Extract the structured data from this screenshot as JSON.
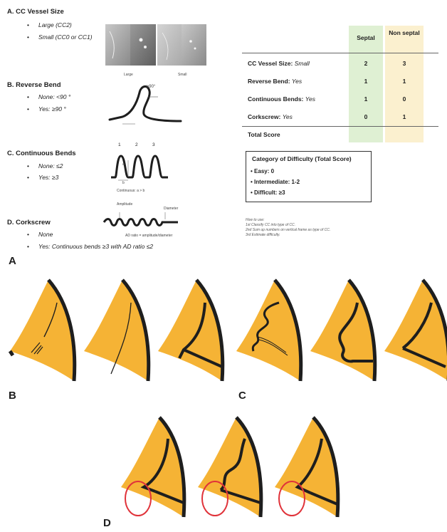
{
  "section_a": {
    "vessel_size": {
      "title": "A. CC Vessel Size",
      "items": [
        "Large (CC2)",
        "Small (CC0 or CC1)"
      ],
      "image_labels": [
        "Large",
        "Small"
      ]
    },
    "reverse_bend": {
      "title": "B. Reverse Bend",
      "items": [
        "None: <90 °",
        "Yes: ≥90 °"
      ],
      "annotation": "≥90°"
    },
    "continuous_bends": {
      "title": "C. Continuous Bends",
      "items": [
        "None: ≤2",
        "Yes: ≥3"
      ],
      "numbers": [
        "1",
        "2",
        "3"
      ],
      "letters": [
        "a",
        "b"
      ],
      "caption": "Continuous: a > b"
    },
    "corkscrew": {
      "title": "D. Corkscrew",
      "items": [
        "None",
        "Yes: Continuous bends ≥3 with AD ratio ≤2"
      ],
      "amplitude_label": "Amplitude",
      "diameter_label": "Diameter",
      "caption": "AD ratio = amplitude/diameter"
    }
  },
  "score_table": {
    "headers": {
      "septal": "Septal",
      "non_septal": "Non septal"
    },
    "rows": [
      {
        "label": "CC Vessel Size:",
        "value_label": "Small",
        "septal": "2",
        "non_septal": "3"
      },
      {
        "label": "Reverse Bend:",
        "value_label": "Yes",
        "septal": "1",
        "non_septal": "1"
      },
      {
        "label": "Continuous Bends:",
        "value_label": "Yes",
        "septal": "1",
        "non_septal": "0"
      },
      {
        "label": "Corkscrew:",
        "value_label": "Yes",
        "septal": "0",
        "non_septal": "1"
      }
    ],
    "total_label": "Total Score",
    "septal_color": "#dff0d3",
    "non_septal_color": "#fbf0cf"
  },
  "difficulty_box": {
    "title": "Category of Difficulty (Total Score)",
    "items": [
      "Easy: 0",
      "Intermediate: 1-2",
      "Difficult: ≥3"
    ]
  },
  "how_to": {
    "lines": [
      "How to use:",
      "1st Classify CC into type of CC.",
      "2nd Sum up numbers on vertical frame as type of CC.",
      "3rd Estimate difficulty."
    ]
  },
  "panel_labels": {
    "a": "A",
    "b": "B",
    "c": "C",
    "d": "D"
  },
  "colors": {
    "heart": "#f5b335",
    "vessel": "#1e1e1e",
    "circle": "#e0333a"
  }
}
